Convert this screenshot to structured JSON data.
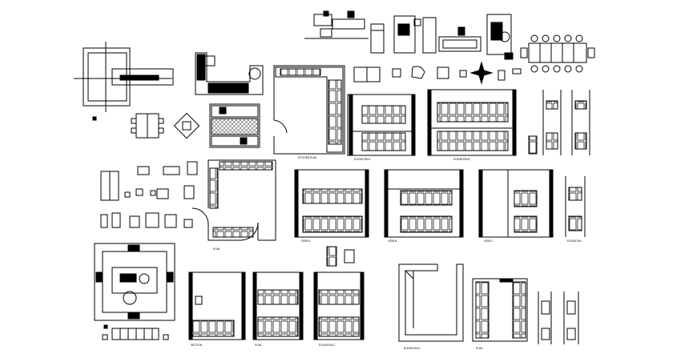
{
  "sheet": {
    "background": "#ffffff",
    "ink": "#000000",
    "hatch": "#555555"
  },
  "icons": {
    "north_arrow": "compass-star-icon"
  },
  "labels": {
    "kitchen_plan": "KITCHEN PLAN",
    "elev_a": "ELEVATION A",
    "elev_b": "ELEVATION B",
    "plan": "PLAN",
    "view_a": "VIEW-A",
    "view_b": "VIEW-B",
    "view_c": "VIEW-C",
    "elevation": "ELEVATION",
    "section": "SECTION",
    "plan_2": "PLAN",
    "elev_c": "ELEVATION C",
    "elev_d": "ELEVATION D",
    "plan_3": "PLAN"
  }
}
